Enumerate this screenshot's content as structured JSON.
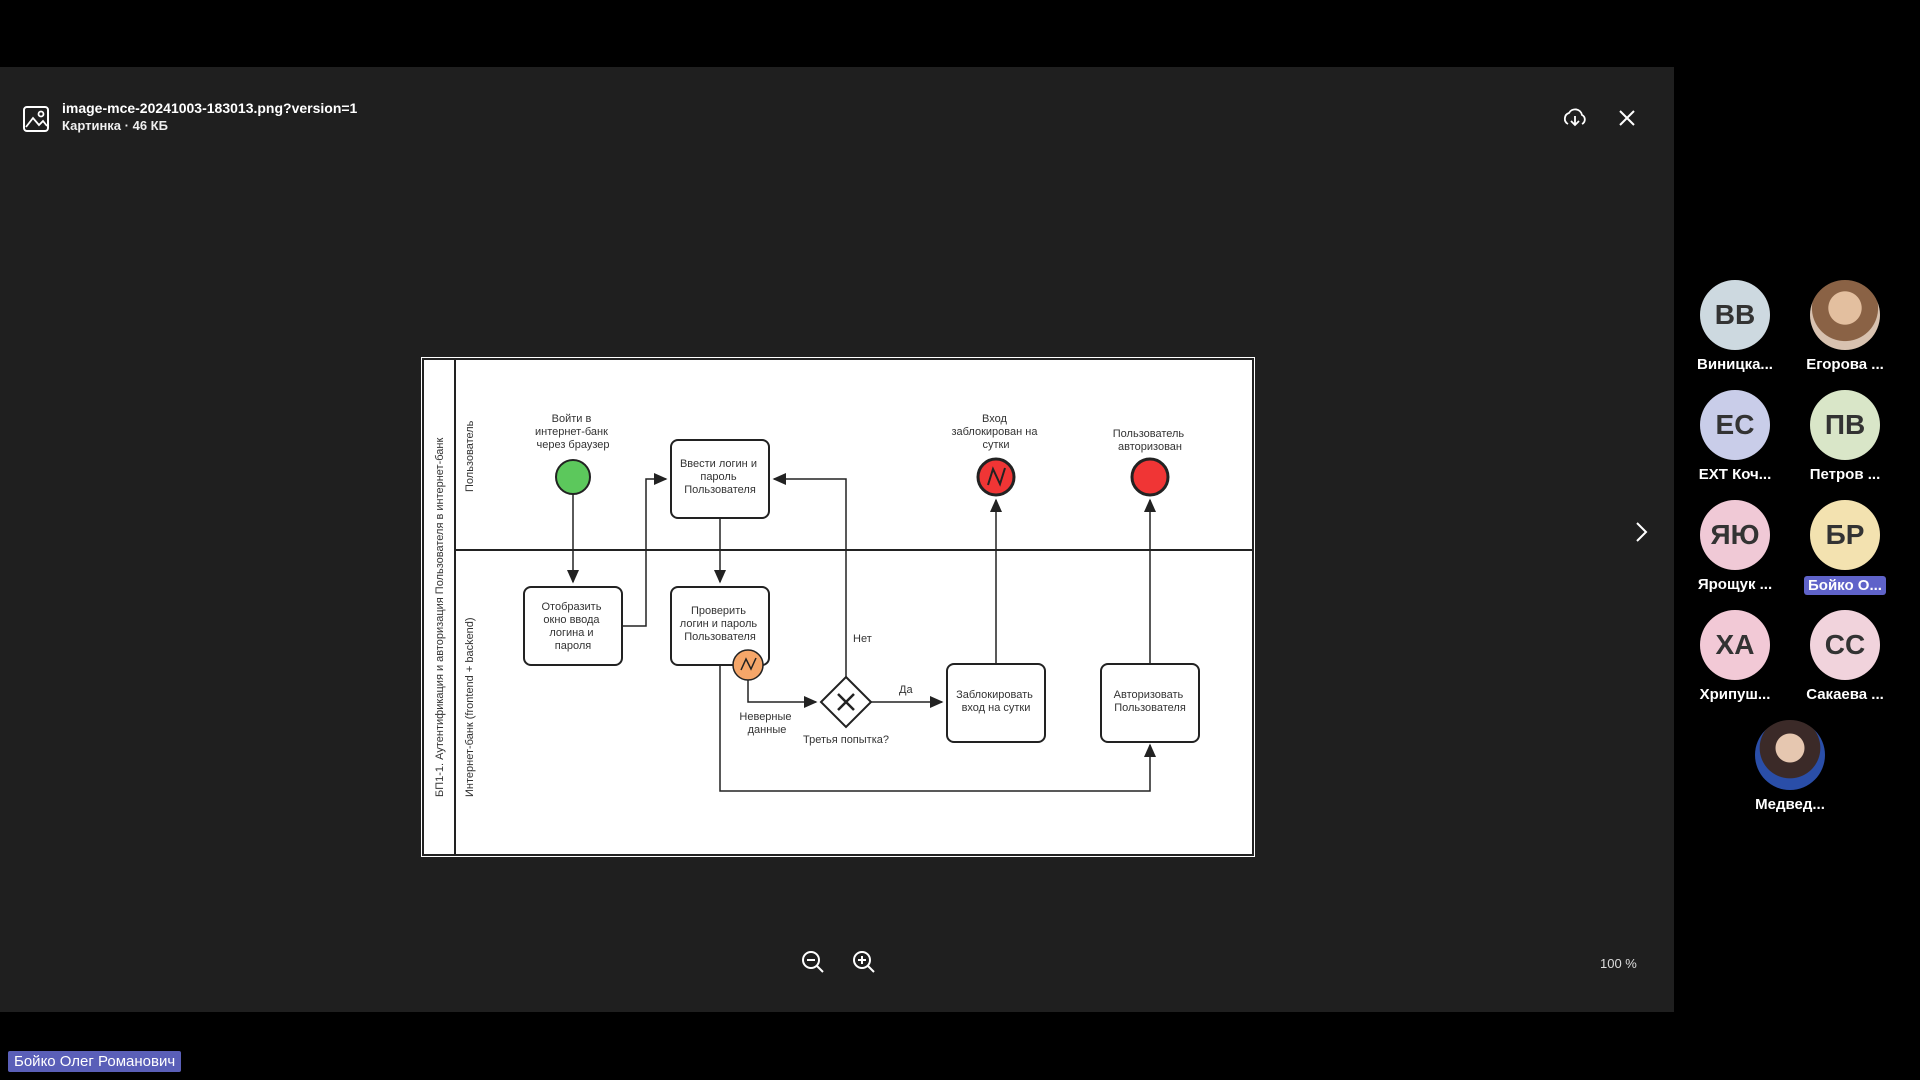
{
  "viewer": {
    "file_name": "image-mce-20241003-183013.png?version=1",
    "file_meta": "Картинка · 46 КБ",
    "zoom_level": "100 %"
  },
  "diagram": {
    "pool_title": "БП1-1. Аутентификация и авторизация Пользователя в интернет-банк",
    "lane_user": "Пользователь",
    "lane_bank": "Интернет-банк (frontend + backend)",
    "start_event": [
      "Войти в",
      "интернет-банк",
      "через браузер"
    ],
    "task_show_window": [
      "Отобразить",
      "окно ввода",
      "логина и",
      "пароля"
    ],
    "task_enter_login": [
      "Ввести логин и",
      "пароль",
      "Пользователя"
    ],
    "task_check_login": [
      "Проверить",
      "логин и пароль",
      "Пользователя"
    ],
    "error_label": [
      "Неверные",
      "данные"
    ],
    "gateway_label": "Третья попытка?",
    "flow_no": "Нет",
    "flow_yes": "Да",
    "end_blocked": [
      "Вход",
      "заблокирован на",
      "сутки"
    ],
    "task_block": [
      "Заблокировать",
      "вход на сутки"
    ],
    "end_authorized": [
      "Пользователь",
      "авторизован"
    ],
    "task_authorize": [
      "Авторизовать",
      "Пользователя"
    ]
  },
  "participants": [
    {
      "initials": "ВВ",
      "name": "Виницка...",
      "color": "#cdd9e0"
    },
    {
      "initials": "",
      "name": "Егорова ...",
      "color": "#b08a6e",
      "photo": true
    },
    {
      "initials": "ЕС",
      "name": "EXT Коч...",
      "color": "#c9cde9"
    },
    {
      "initials": "ПВ",
      "name": "Петров ...",
      "color": "#d9e6c8"
    },
    {
      "initials": "ЯЮ",
      "name": "Ярощук ...",
      "color": "#f0c9d6"
    },
    {
      "initials": "БР",
      "name": "Бойко О...",
      "color": "#f3e2b0",
      "highlight": true
    },
    {
      "initials": "ХА",
      "name": "Хрипуш...",
      "color": "#f2c9d6"
    },
    {
      "initials": "СС",
      "name": "Сакаева ...",
      "color": "#f1d3dc"
    },
    {
      "initials": "",
      "name": "Медвед...",
      "color": "#6a5a58",
      "photo": true
    }
  ],
  "speaker": "Бойко Олег Романович"
}
